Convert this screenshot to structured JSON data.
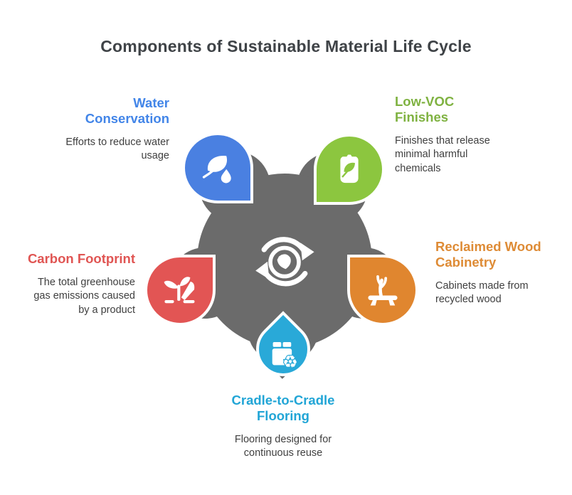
{
  "title": "Components of Sustainable Material Life Cycle",
  "palette": {
    "hub_gray": "#6B6B6B",
    "background": "#FFFFFF",
    "title_color": "#3F4347",
    "body_text": "#3F3F3F"
  },
  "center": {
    "icon": "recycle-globe-icon"
  },
  "items": [
    {
      "id": "water-conservation",
      "heading": "Water\nConservation",
      "desc": "Efforts to reduce water\nusage",
      "color": "#4A80E1",
      "heading_color": "#4285E8",
      "icon": "leaf-droplet-icon",
      "position": "top-left"
    },
    {
      "id": "low-voc-finishes",
      "heading": "Low-VOC\nFinishes",
      "desc": "Finishes that release\nminimal harmful\nchemicals",
      "color": "#8CC63F",
      "heading_color": "#7FB241",
      "icon": "eco-bag-icon",
      "position": "top-right"
    },
    {
      "id": "carbon-footprint",
      "heading": "Carbon Footprint",
      "desc": "The total greenhouse\ngas emissions caused\nby a product",
      "color": "#E25554",
      "heading_color": "#E05553",
      "icon": "footprint-plant-icon",
      "position": "left"
    },
    {
      "id": "reclaimed-wood-cabinetry",
      "heading": "Reclaimed Wood\nCabinetry",
      "desc": "Cabinets made from\nrecycled wood",
      "color": "#E0862F",
      "heading_color": "#DE8B35",
      "icon": "wood-bench-icon",
      "position": "right"
    },
    {
      "id": "cradle-to-cradle-flooring",
      "heading": "Cradle-to-Cradle\nFlooring",
      "desc": "Flooring designed for\ncontinuous reuse",
      "color": "#29A9D8",
      "heading_color": "#21A5D6",
      "icon": "recycle-box-icon",
      "position": "bottom"
    }
  ]
}
